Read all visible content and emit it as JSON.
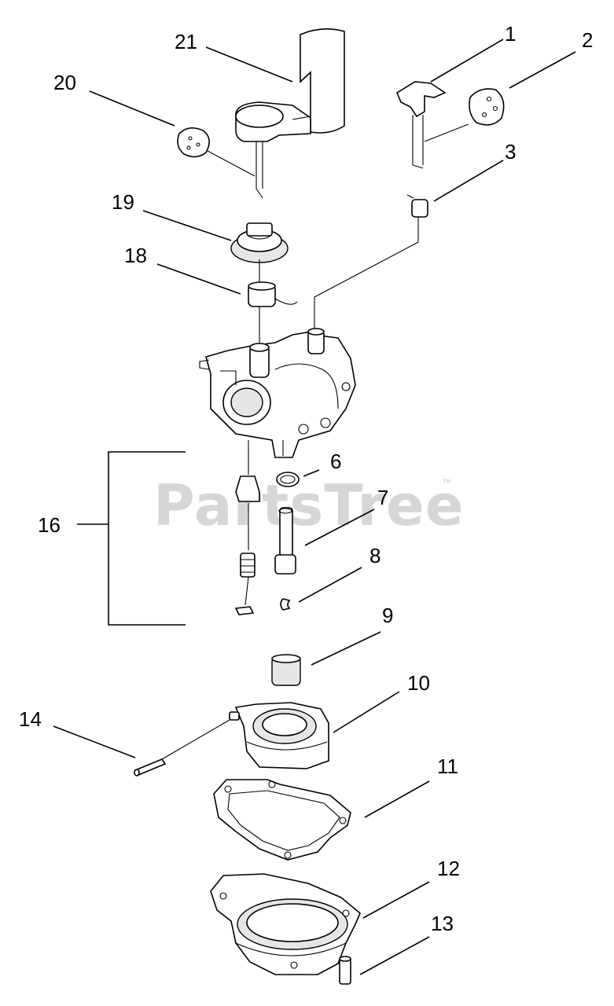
{
  "watermark": {
    "text": "PartsTree",
    "trademark": "™"
  },
  "callouts": {
    "c1": "1",
    "c2": "2",
    "c3": "3",
    "c6": "6",
    "c7": "7",
    "c8": "8",
    "c9": "9",
    "c10": "10",
    "c11": "11",
    "c12": "12",
    "c13": "13",
    "c14": "14",
    "c16": "16",
    "c18": "18",
    "c19": "19",
    "c20": "20",
    "c21": "21"
  }
}
